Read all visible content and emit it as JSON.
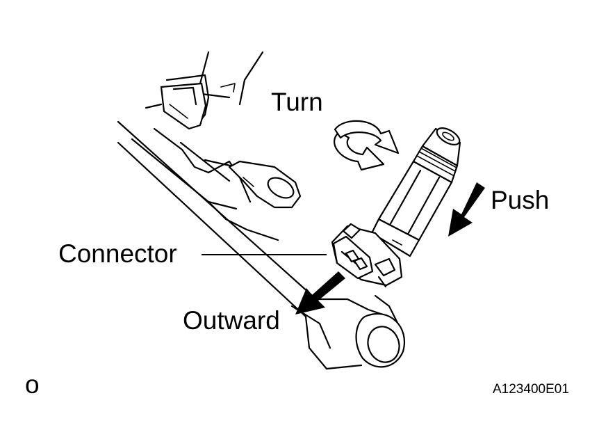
{
  "labels": {
    "turn": "Turn",
    "push": "Push",
    "connector": "Connector",
    "outward": "Outward",
    "corner_mark": "o",
    "figure_code": "A123400E01"
  }
}
